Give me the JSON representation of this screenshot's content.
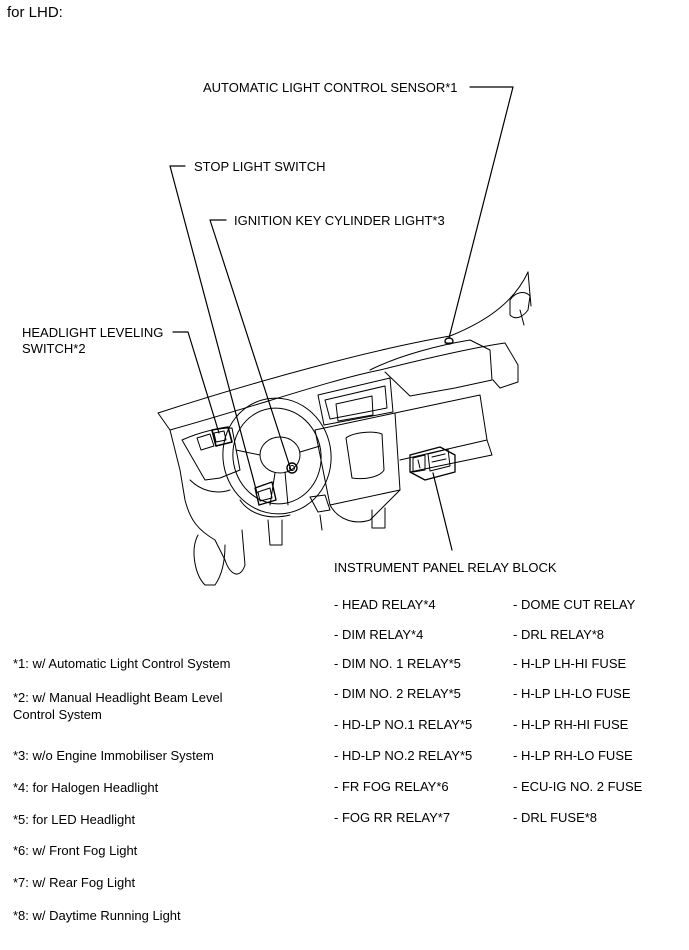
{
  "header": {
    "title": "for LHD:"
  },
  "labels": {
    "auto_light_sensor": "AUTOMATIC LIGHT CONTROL SENSOR*1",
    "stop_light_switch": "STOP LIGHT SWITCH",
    "ignition_key_light": "IGNITION KEY CYLINDER LIGHT*3",
    "headlight_leveling_1": "HEADLIGHT LEVELING",
    "headlight_leveling_2": "SWITCH*2",
    "relay_block": "INSTRUMENT PANEL RELAY BLOCK"
  },
  "relay_list_left": [
    "- HEAD RELAY*4",
    "- DIM RELAY*4",
    "- DIM NO. 1 RELAY*5",
    "- DIM NO. 2 RELAY*5",
    "- HD-LP NO.1 RELAY*5",
    "- HD-LP NO.2 RELAY*5",
    "- FR FOG RELAY*6",
    "- FOG RR RELAY*7"
  ],
  "relay_list_right": [
    "- DOME CUT RELAY",
    "- DRL RELAY*8",
    "- H-LP LH-HI FUSE",
    "- H-LP LH-LO FUSE",
    "- H-LP RH-HI FUSE",
    "- H-LP RH-LO FUSE",
    "- ECU-IG NO. 2 FUSE",
    "- DRL FUSE*8"
  ],
  "footnotes": {
    "n1": "*1: w/ Automatic Light Control System",
    "n2a": "*2: w/ Manual Headlight Beam Level",
    "n2b": "Control System",
    "n3": "*3: w/o Engine Immobiliser System",
    "n4": "*4: for Halogen Headlight",
    "n5": "*5: for LED Headlight",
    "n6": "*6: w/ Front Fog Light",
    "n7": "*7: w/ Rear Fog Light",
    "n8": "*8: w/ Daytime Running Light"
  }
}
